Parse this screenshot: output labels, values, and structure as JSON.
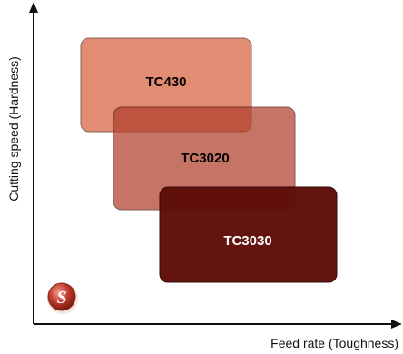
{
  "axes": {
    "x_label": "Feed rate (Toughness)",
    "y_label": "Cutting speed (Hardness)"
  },
  "grades": [
    {
      "label": "TC430",
      "fill": "#d9613f",
      "text_color": "#000000"
    },
    {
      "label": "TC3020",
      "fill": "#b13f2b",
      "text_color": "#000000"
    },
    {
      "label": "TC3030",
      "fill": "#5e0d07",
      "text_color": "#ffffff"
    }
  ],
  "logo": {
    "glyph": "S",
    "color": "#c0392b",
    "icon": "s-logo-icon"
  }
}
